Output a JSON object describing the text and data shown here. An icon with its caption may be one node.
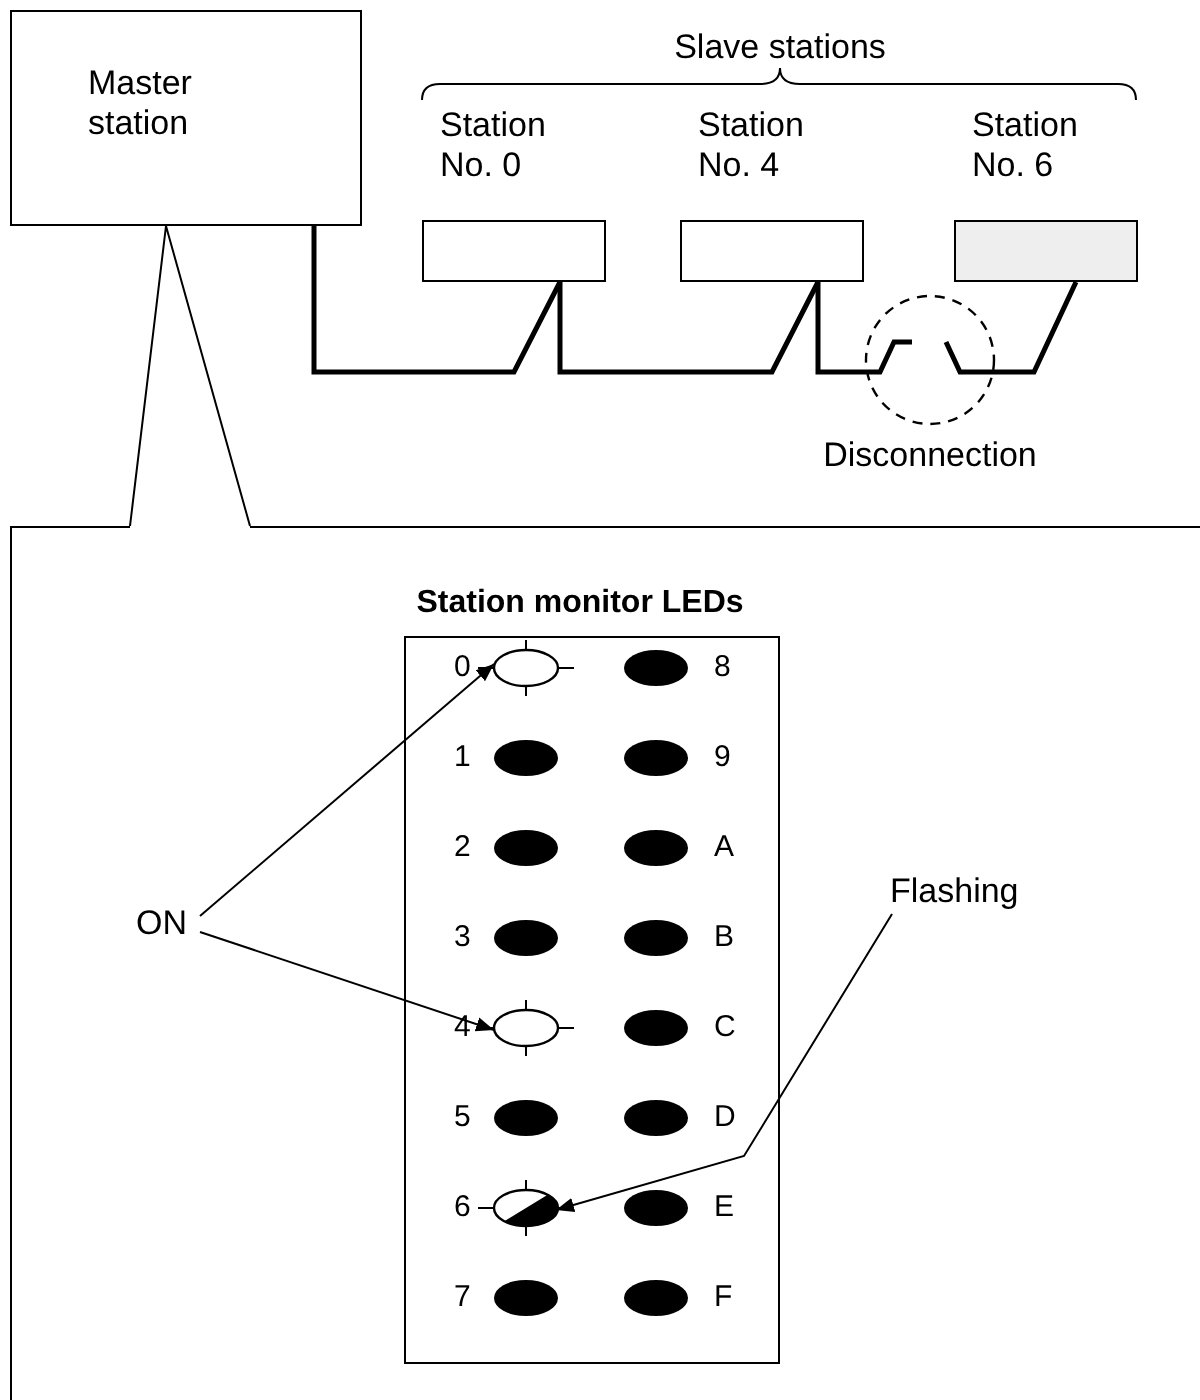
{
  "diagram": {
    "nodes": [
      {
        "text": [
          "Master station"
        ]
      },
      {
        "text": [
          "Station No. 0"
        ]
      },
      {
        "text": [
          "Station No. 4"
        ]
      },
      {
        "text": [
          "Station No. 6"
        ]
      },
      {
        "text": [
          "Station monitor LEDs"
        ]
      },
      {
        "text": [],
        "shape": "box",
        "in": 4
      },
      {
        "text": [
          "0"
        ],
        "in": 5
      },
      {
        "text": [
          "8"
        ],
        "in": 5
      },
      {
        "text": [
          "1"
        ],
        "in": 5
      },
      {
        "text": [
          "9"
        ],
        "in": 5
      },
      {
        "text": [
          "2"
        ],
        "in": 5
      },
      {
        "text": [
          "A"
        ],
        "in": 5
      },
      {
        "text": [
          "3"
        ],
        "in": 5
      },
      {
        "text": [
          "B"
        ],
        "in": 5
      },
      {
        "text": [
          "4"
        ],
        "in": 5
      },
      {
        "text": [
          "C"
        ],
        "in": 5
      },
      {
        "text": [
          "5"
        ],
        "in": 5
      },
      {
        "text": [
          "D"
        ],
        "in": 5
      },
      {
        "text": [
          "6"
        ],
        "in": 5
      },
      {
        "text": [
          "E"
        ],
        "in": 5
      },
      {
        "text": [
          "7"
        ],
        "in": 5
      },
      {
        "text": [
          "F"
        ],
        "in": 5
      },
      {
        "text": [
          "ON"
        ],
        "in": 4
      },
      {
        "text": [
          "Flashing"
        ],
        "in": 4
      }
    ],
    "edges": [
      {
        "from": 0,
        "to": 1,
        "arrow": "none"
      },
      {
        "from": 1,
        "to": 2,
        "arrow": "none"
      },
      {
        "from": 2,
        "to": null,
        "arrow": "none"
      },
      {
        "from": null,
        "to": 3,
        "arrow": "none"
      },
      {
        "from": 22,
        "to": 6,
        "arrow": "to"
      },
      {
        "from": 22,
        "to": 14,
        "arrow": "to"
      },
      {
        "from": 23,
        "to": 18,
        "arrow": "to"
      }
    ],
    "labels": [
      "Slave stations",
      "Disconnection"
    ]
  }
}
